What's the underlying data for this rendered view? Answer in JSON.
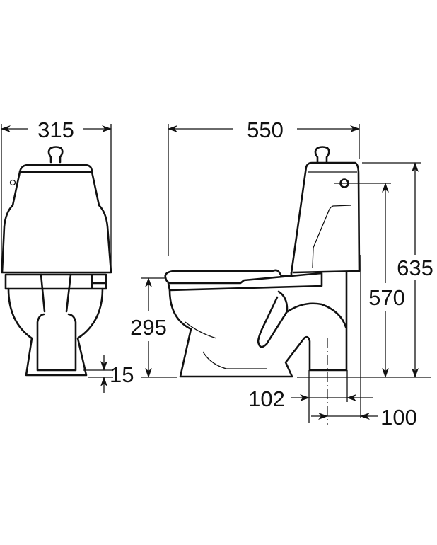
{
  "title": "Toilet dimension drawing",
  "views": [
    "front-view",
    "side-view"
  ],
  "dimensions": {
    "width": "315",
    "depth": "550",
    "total_height": "635",
    "inlet_height": "570",
    "seat_height": "295",
    "outlet_height": "15",
    "outlet_diameter": "102",
    "outlet_to_wall": "100"
  },
  "colors": {
    "line": "#111111",
    "background": "#ffffff"
  }
}
